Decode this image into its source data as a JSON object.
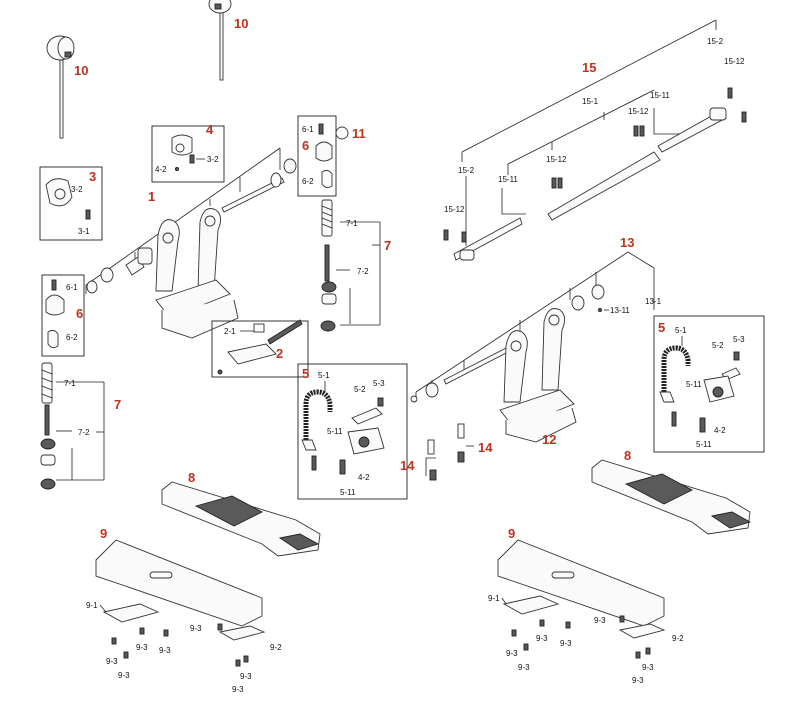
{
  "callouts": {
    "n1": "1",
    "n2": "2",
    "n3": "3",
    "n4": "4",
    "n5a": "5",
    "n5b": "5",
    "n6a": "6",
    "n6b": "6",
    "n7a": "7",
    "n7b": "7",
    "n8a": "8",
    "n8b": "8",
    "n9a": "9",
    "n9b": "9",
    "n10a": "10",
    "n10b": "10",
    "n11": "11",
    "n12": "12",
    "n13": "13",
    "n14a": "14",
    "n14b": "14",
    "n15": "15"
  },
  "sublabels": {
    "s3_2": "3-2",
    "s3_1": "3-1",
    "s4_2": "4-2",
    "s4_3_2": "3-2",
    "s6_1a": "6-1",
    "s6_2a": "6-2",
    "s6_1b": "6-1",
    "s6_2b": "6-2",
    "s7_1a": "7-1",
    "s7_2a": "7-2",
    "s7_1b": "7-1",
    "s7_2b": "7-2",
    "s2_1": "2-1",
    "s5_1a": "5-1",
    "s5_2a": "5-2",
    "s5_3a": "5-3",
    "s5_11a": "5-11",
    "s5_11a2": "5-11",
    "s4_2b": "4-2",
    "s5_1b": "5-1",
    "s5_2b": "5-2",
    "s5_3b": "5-3",
    "s5_11b": "5-11",
    "s5_11b2": "5-11",
    "s4_2c": "4-2",
    "s15_1": "15-1",
    "s15_2a": "15-2",
    "s15_2b": "15-2",
    "s15_11a": "15-11",
    "s15_11b": "15-11",
    "s15_12a": "15-12",
    "s15_12b": "15-12",
    "s15_12c": "15-12",
    "s15_12d": "15-12",
    "s13_1": "13-1",
    "s13_11": "13-11",
    "s9_1a": "9-1",
    "s9_2a": "9-2",
    "s9_3a1": "9-3",
    "s9_3a2": "9-3",
    "s9_3a3": "9-3",
    "s9_3a4": "9-3",
    "s9_3a5": "9-3",
    "s9_3a6": "9-3",
    "s9_3a7": "9-3",
    "s9_1b": "9-1",
    "s9_2b": "9-2",
    "s9_3b1": "9-3",
    "s9_3b2": "9-3",
    "s9_3b3": "9-3",
    "s9_3b4": "9-3",
    "s9_3b5": "9-3",
    "s9_3b6": "9-3",
    "s9_3b7": "9-3"
  },
  "colors": {
    "callout": "#c0321f",
    "line": "#222222"
  }
}
